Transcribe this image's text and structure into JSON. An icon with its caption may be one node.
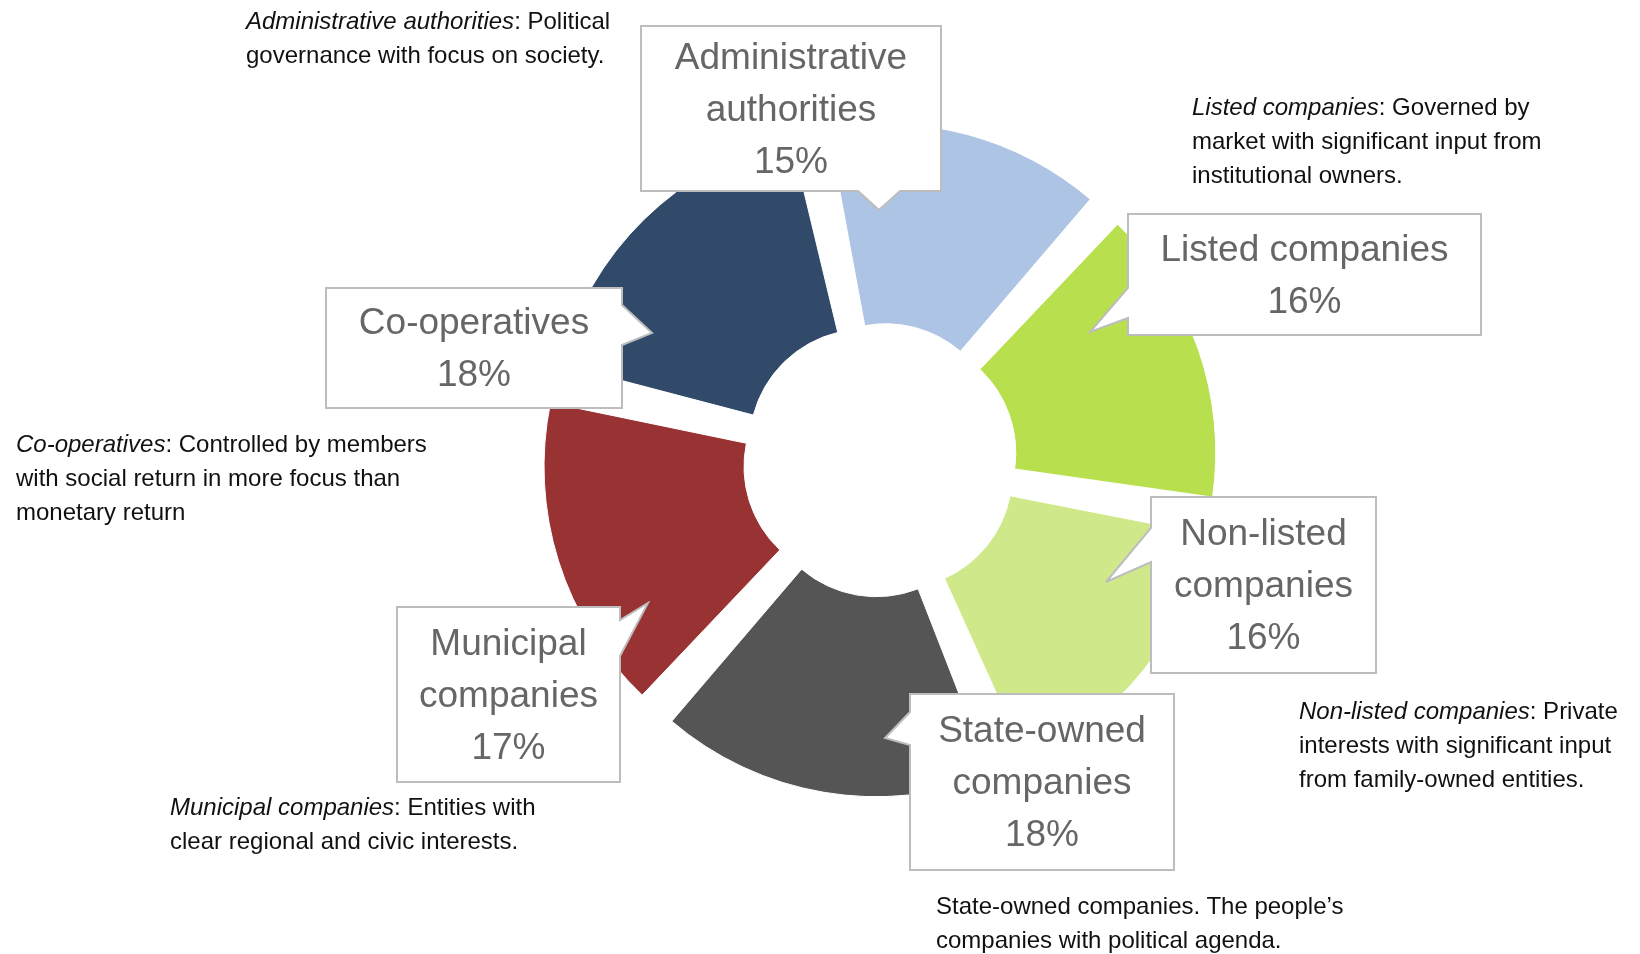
{
  "diagram": {
    "labels": [
      "*Administrative authorities*: Political governance with focus on society.",
      "*Listed companies*: Governed by market with significant input from institutional owners.",
      "*Co-operatives*: Controlled by members with social return in more focus than monetary return",
      "*Municipal companies*: Entities with clear regional and civic interests.",
      "*Non-listed companies*: Private interests with significant input from family-owned entities.",
      "State-owned companies. The people’s companies with political agenda."
    ],
    "chart_data": {
      "type": "donut",
      "categories": [
        "Administrative authorities",
        "Listed companies",
        "Non-listed companies",
        "State-owned companies",
        "Municipal companies",
        "Co-operatives"
      ],
      "values": [
        15,
        16,
        16,
        18,
        17,
        18
      ],
      "value_labels": [
        "15%",
        "16%",
        "16%",
        "18%",
        "17%",
        "18%"
      ]
    }
  }
}
